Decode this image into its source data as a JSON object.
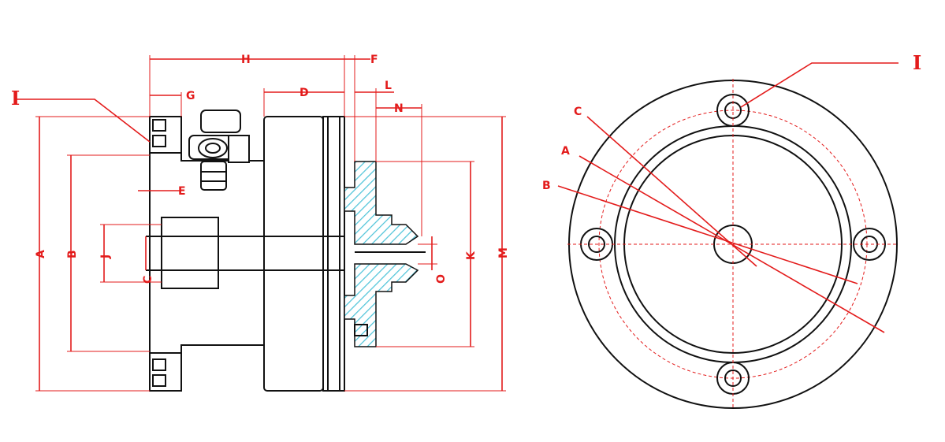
{
  "labels": {
    "A": "A",
    "B": "B",
    "C": "C",
    "D": "D",
    "E": "E",
    "F": "F",
    "G": "G",
    "H": "H",
    "I": "I",
    "J": "J",
    "K": "K",
    "L": "L",
    "M": "M",
    "N": "N",
    "O": "O"
  },
  "colors": {
    "dimension": "#e31b1b",
    "outline": "#111111",
    "hatch": "#4fc4d9"
  }
}
